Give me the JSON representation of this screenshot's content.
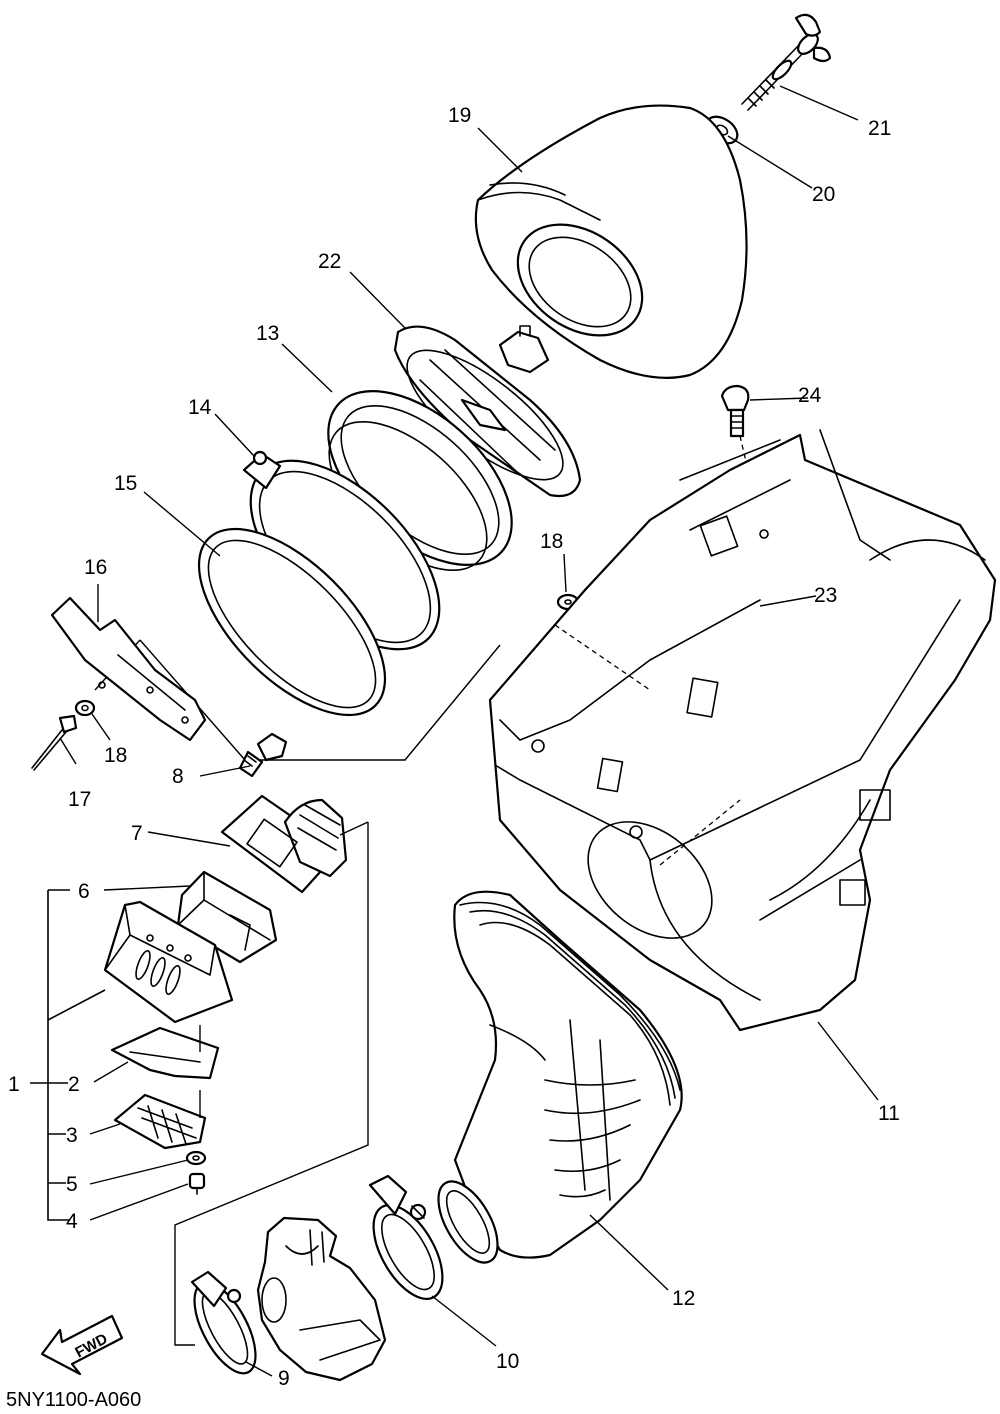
{
  "diagram": {
    "drawing_code": "5NY1100-A060",
    "direction_label": "FWD",
    "callouts": [
      "1",
      "2",
      "3",
      "4",
      "5",
      "6",
      "7",
      "8",
      "9",
      "10",
      "11",
      "12",
      "13",
      "14",
      "15",
      "16",
      "17",
      "18",
      "18",
      "19",
      "20",
      "21",
      "22",
      "23",
      "24"
    ]
  }
}
